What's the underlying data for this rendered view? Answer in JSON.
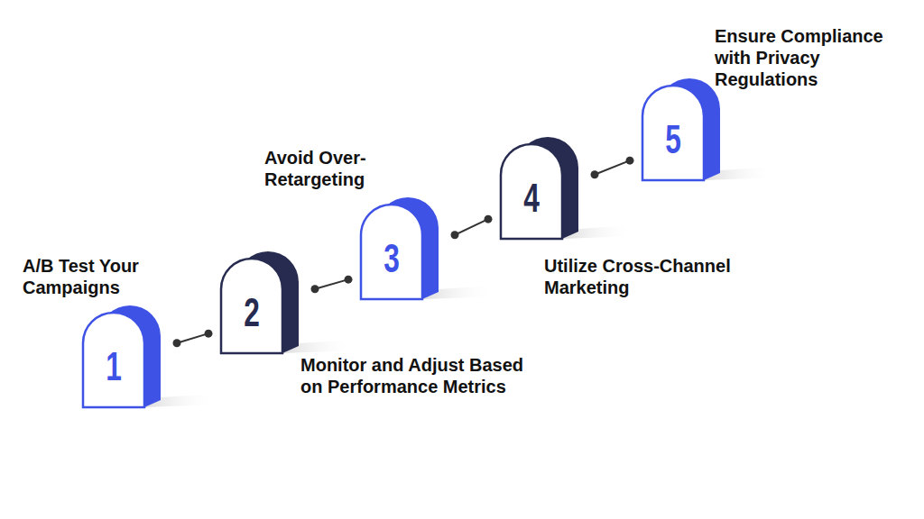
{
  "diagram": {
    "nodes": [
      {
        "text": [
          "1",
          "A/B Test Your Campaigns"
        ]
      },
      {
        "text": [
          "2",
          "Monitor and Adjust Based on Performance Metrics"
        ]
      },
      {
        "text": [
          "3",
          "Avoid Over-Retargeting"
        ]
      },
      {
        "text": [
          "4",
          "Utilize Cross-Channel Marketing"
        ]
      },
      {
        "text": [
          "5",
          "Ensure Compliance with Privacy Regulations"
        ]
      }
    ],
    "edges": [
      {
        "from": 0,
        "to": 1,
        "arrow": "none"
      },
      {
        "from": 1,
        "to": 2,
        "arrow": "none"
      },
      {
        "from": 2,
        "to": 3,
        "arrow": "none"
      },
      {
        "from": 3,
        "to": 4,
        "arrow": "none"
      }
    ]
  }
}
